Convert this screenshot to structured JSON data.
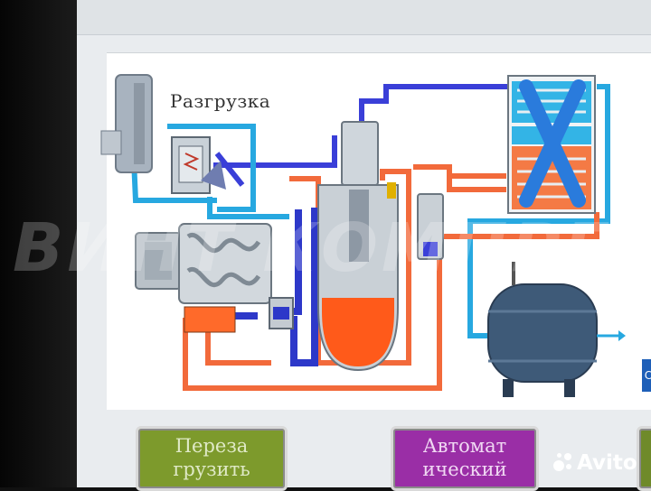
{
  "diagram": {
    "unload_label": "Разгрузка"
  },
  "buttons": {
    "reload": "Переза грузить",
    "auto": "Автомат ический",
    "side_tab": "С"
  },
  "watermark": {
    "text": "ВИНТ КОМПРЕССОР",
    "avito": "Avito"
  },
  "colors": {
    "pipe_blue": "#3a3fd8",
    "pipe_cyan": "#27a8e0",
    "pipe_orange": "#f26a3b",
    "oil_tank_hot": "#ff5a1a",
    "receiver": "#3e5a78",
    "button_green": "#7d9a2c",
    "button_purple": "#9a2ea6"
  }
}
